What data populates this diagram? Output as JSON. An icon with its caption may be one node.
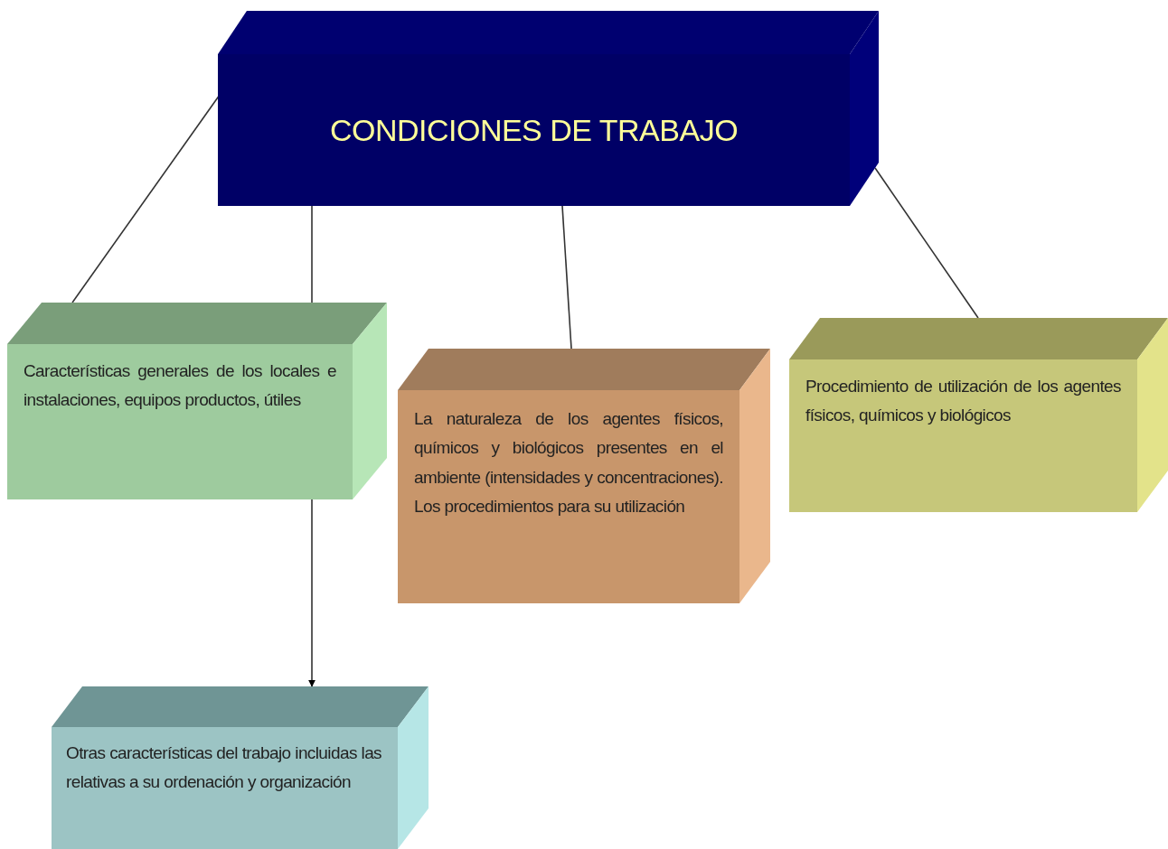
{
  "diagram": {
    "nodes": [
      {
        "text": [
          "CONDICIONES DE TRABAJO"
        ]
      },
      {
        "text": [
          "Características generales de los locales e instalaciones, equipos productos, útiles"
        ]
      },
      {
        "text": [
          "La naturaleza de los agentes físicos, químicos y biológicos presentes en el ambiente (intensidades y concentraciones). Los procedimientos para su utilización"
        ]
      },
      {
        "text": [
          "Procedimiento de utilización de los agentes físicos, químicos y biológicos"
        ]
      },
      {
        "text": [
          "Otras características del trabajo incluidas las relativas a su ordenación y organización"
        ]
      }
    ],
    "edges": [
      {
        "from": 0,
        "to": 1,
        "arrow": "none"
      },
      {
        "from": 0,
        "to": 1,
        "arrow": "none"
      },
      {
        "from": 0,
        "to": 2,
        "arrow": "none"
      },
      {
        "from": 0,
        "to": 3,
        "arrow": "none"
      },
      {
        "from": 1,
        "to": 4,
        "arrow": "to"
      }
    ]
  }
}
